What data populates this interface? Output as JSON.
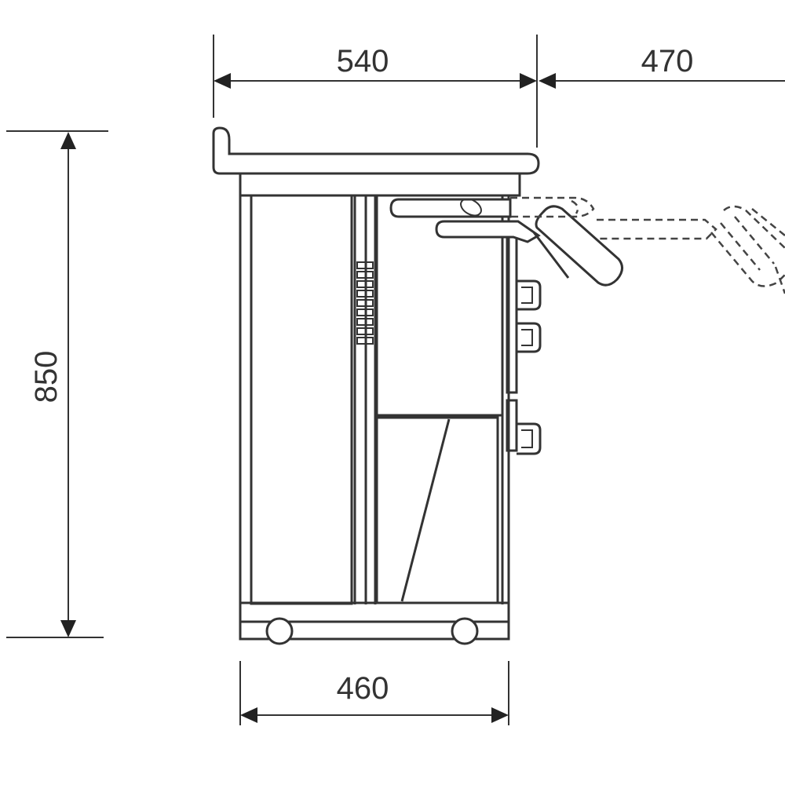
{
  "dimensions": {
    "top_width": "540",
    "tray_extension": "470",
    "height": "850",
    "base_width": "460"
  },
  "colors": {
    "line": "#333333",
    "background": "#ffffff"
  }
}
